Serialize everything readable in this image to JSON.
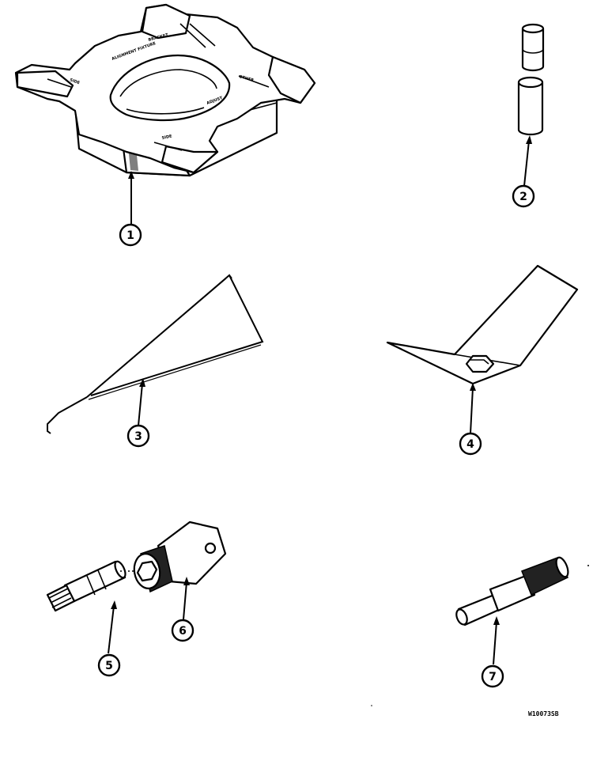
{
  "callouts": {
    "c1": "1",
    "c2": "2",
    "c3": "3",
    "c4": "4",
    "c5": "5",
    "c6": "6",
    "c7": "7"
  },
  "drawing_ref": "W10073SB",
  "fixture_labels": {
    "top": "BRACKET",
    "left": "SIDE",
    "right": "OTHER",
    "bottom": "SIDE",
    "center_left": "ALIGNMENT FIXTURE",
    "center_right": "ADJUST"
  },
  "colors": {
    "ink": "#000000",
    "paper": "#ffffff"
  }
}
